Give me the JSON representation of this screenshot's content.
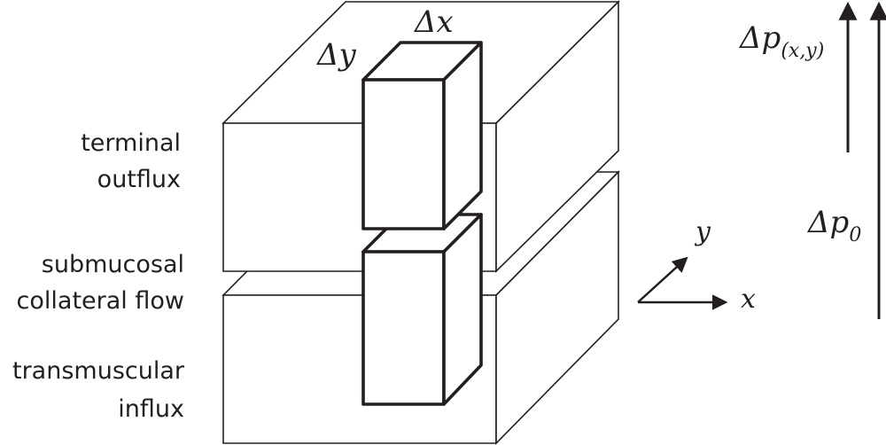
{
  "labels": {
    "layer_top_line1": "terminal",
    "layer_top_line2": "outflux",
    "layer_mid_line1": "submucosal",
    "layer_mid_line2": "collateral flow",
    "layer_bot_line1": "transmuscular",
    "layer_bot_line2": "influx"
  },
  "math": {
    "delta_x": "Δx",
    "delta_y": "Δy",
    "axis_x": "x",
    "axis_y": "y",
    "dp_xy_main": "Δp",
    "dp_xy_sub": "(x,y)",
    "dp0_main": "Δp",
    "dp0_sub": "0"
  },
  "colors": {
    "stroke": "#231f20",
    "background": "#ffffff"
  }
}
